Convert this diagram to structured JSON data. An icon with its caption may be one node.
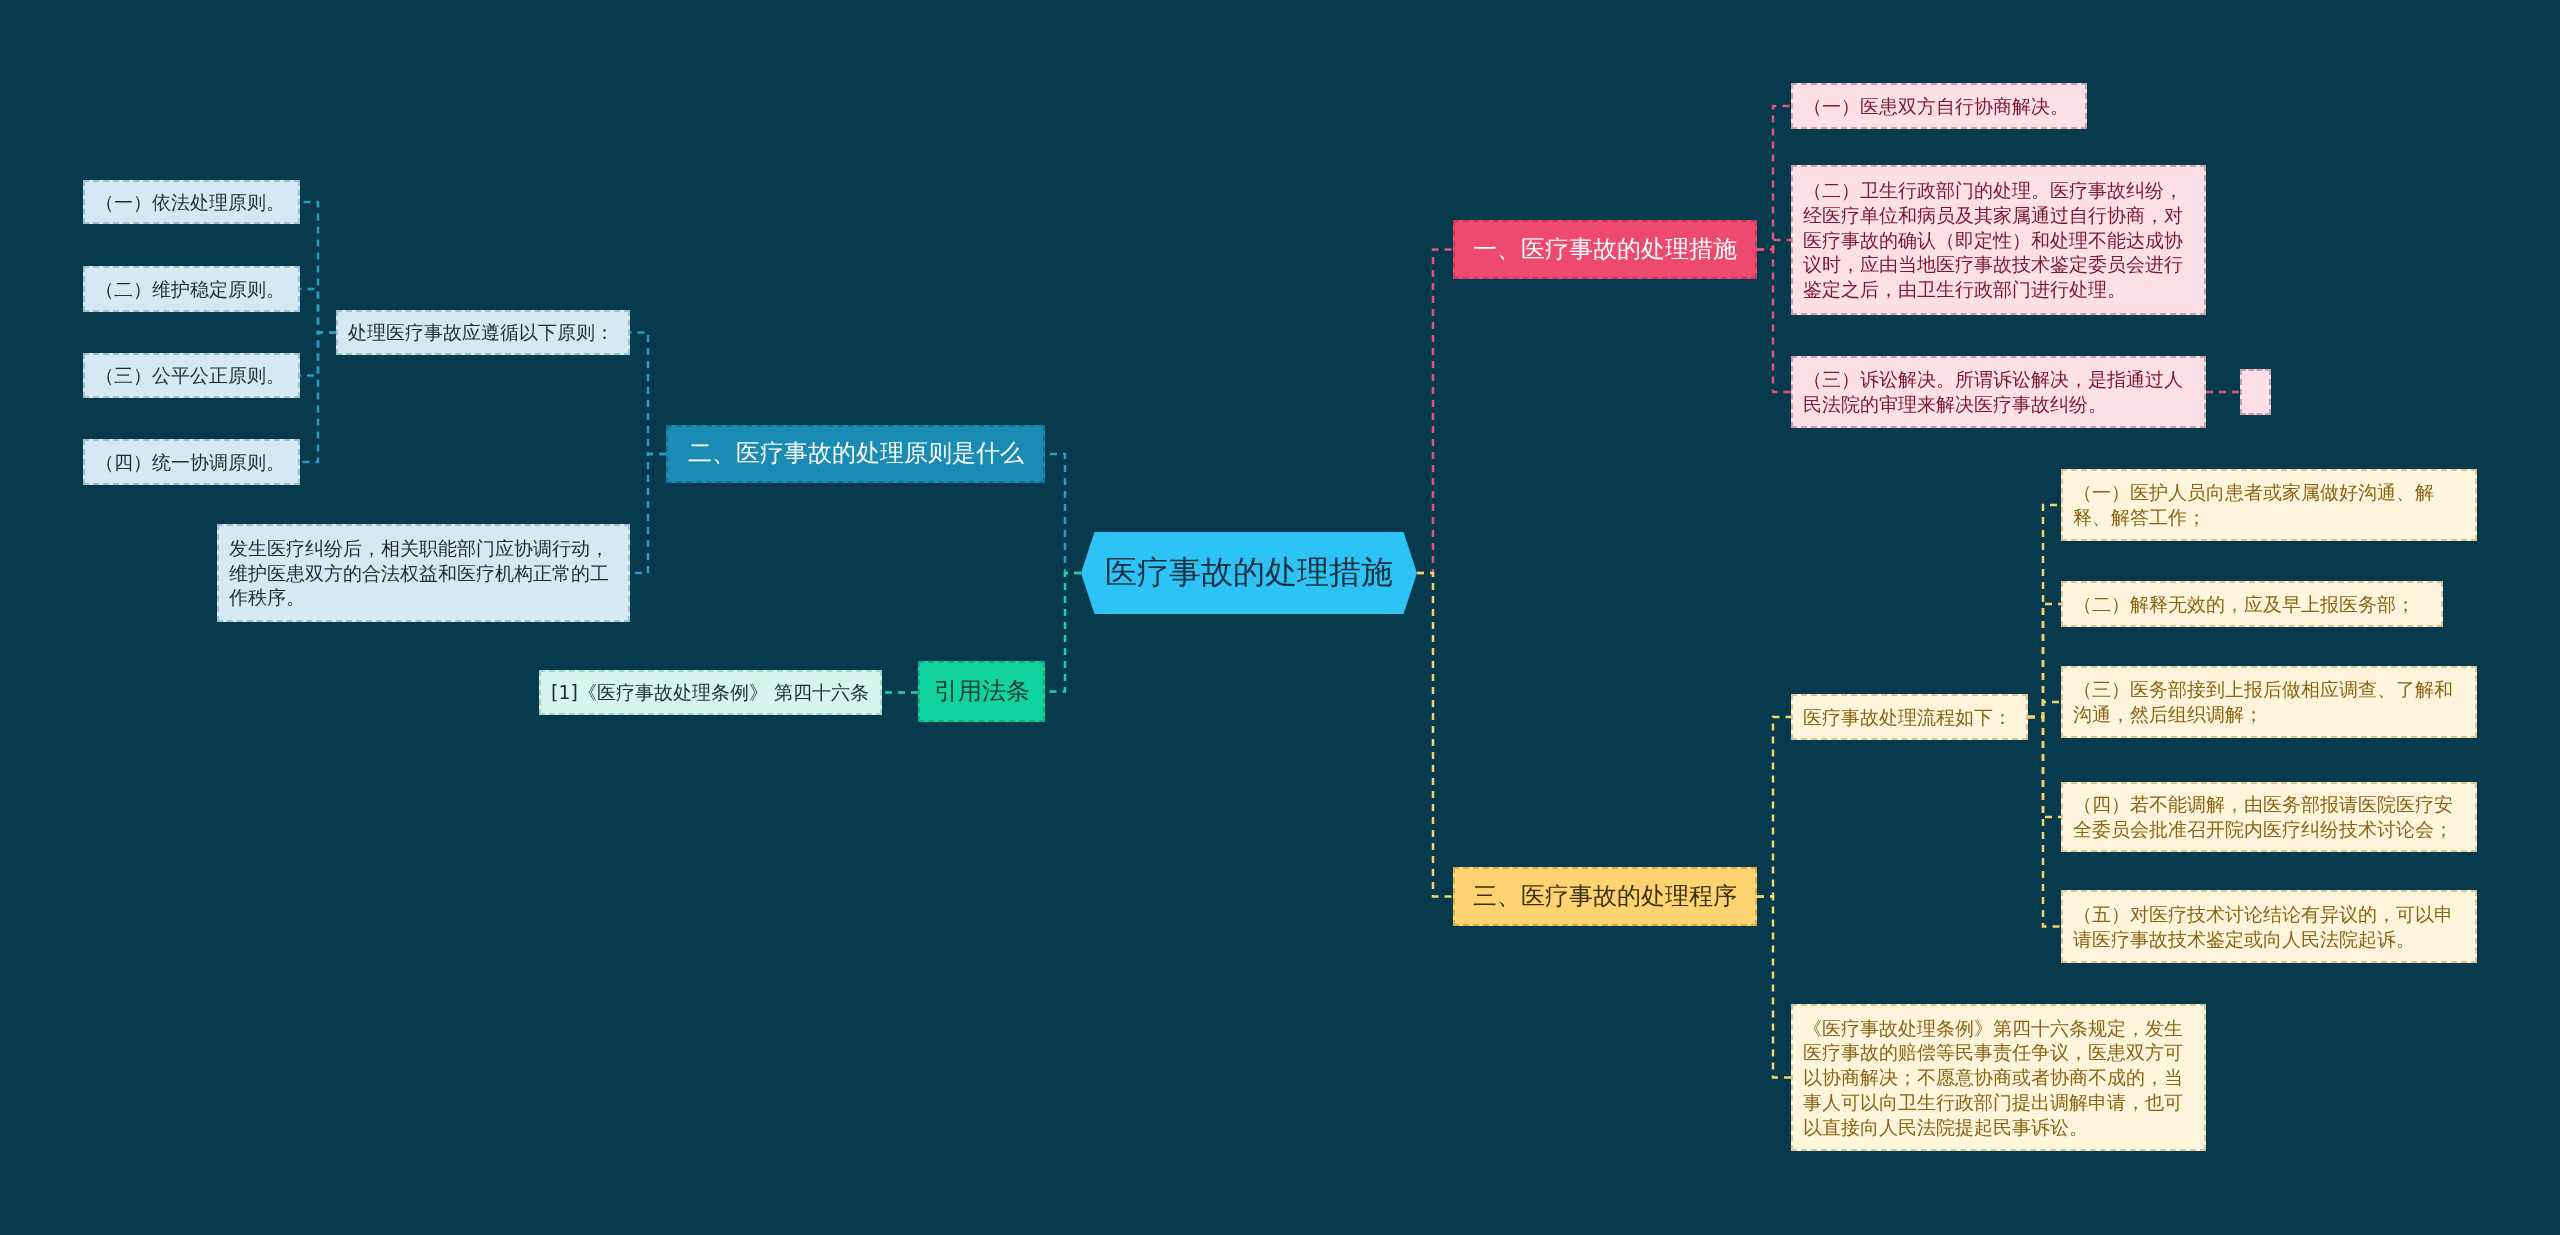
{
  "diagram": {
    "nodes": [
      {
        "text": [
          "医疗事故的处理措施"
        ]
      },
      {
        "text": [
          "一、医疗事故的处理措施"
        ]
      },
      {
        "text": [
          "（一）医患双方自行协商解决。"
        ]
      },
      {
        "text": [
          "（二）卫生行政部门的处理。医疗事故纠纷，经医疗单位和病员及其家属通过自行协商，对医疗事故的确认（即定性）和处理不能达成协议时，应由当地医疗事故技术鉴定委员会进行鉴定之后，由卫生行政部门进行处理。"
        ]
      },
      {
        "text": [
          "（三）诉讼解决。所谓诉讼解决，是指通过人民法院的审理来解决医疗事故纠纷。"
        ]
      },
      {
        "text": [],
        "shape": "box"
      },
      {
        "text": [
          "三、医疗事故的处理程序"
        ]
      },
      {
        "text": [
          "医疗事故处理流程如下："
        ]
      },
      {
        "text": [
          "（一）医护人员向患者或家属做好沟通、解释、解答工作；"
        ]
      },
      {
        "text": [
          "（二）解释无效的，应及早上报医务部；"
        ]
      },
      {
        "text": [
          "（三）医务部接到上报后做相应调查、了解和沟通，然后组织调解；"
        ]
      },
      {
        "text": [
          "（四）若不能调解，由医务部报请医院医疗安全委员会批准召开院内医疗纠纷技术讨论会；"
        ]
      },
      {
        "text": [
          "（五）对医疗技术讨论结论有异议的，可以申请医疗事故技术鉴定或向人民法院起诉。"
        ]
      },
      {
        "text": [
          "《医疗事故处理条例》第四十六条规定，发生医疗事故的赔偿等民事责任争议，医患双方可以协商解决；不愿意协商或者协商不成的，当事人可以向卫生行政部门提出调解申请，也可以直接向人民法院提起民事诉讼。"
        ]
      },
      {
        "text": [
          "二、医疗事故的处理原则是什么"
        ]
      },
      {
        "text": [
          "处理医疗事故应遵循以下原则："
        ]
      },
      {
        "text": [
          "（一）依法处理原则。"
        ]
      },
      {
        "text": [
          "（二）维护稳定原则。"
        ]
      },
      {
        "text": [
          "（三）公平公正原则。"
        ]
      },
      {
        "text": [
          "（四）统一协调原则。"
        ]
      },
      {
        "text": [
          "发生医疗纠纷后，相关职能部门应协调行动，维护医患双方的合法权益和医疗机构正常的工作秩序。"
        ]
      },
      {
        "text": [
          "引用法条"
        ]
      },
      {
        "text": [
          "[1]《医疗事故处理条例》 第四十六条"
        ]
      }
    ],
    "edges": [
      {
        "from": 0,
        "to": 1,
        "arrow": "none",
        "color": "#e0557a"
      },
      {
        "from": 1,
        "to": 2,
        "arrow": "none",
        "color": "#e0557a"
      },
      {
        "from": 1,
        "to": 3,
        "arrow": "none",
        "color": "#e0557a"
      },
      {
        "from": 1,
        "to": 4,
        "arrow": "none",
        "color": "#e0557a"
      },
      {
        "from": 4,
        "to": 5,
        "arrow": "none",
        "color": "#e0557a"
      },
      {
        "from": 0,
        "to": 6,
        "arrow": "none",
        "color": "#f5d36a"
      },
      {
        "from": 6,
        "to": 7,
        "arrow": "none",
        "color": "#f5d36a"
      },
      {
        "from": 7,
        "to": 8,
        "arrow": "none",
        "color": "#f5d36a"
      },
      {
        "from": 7,
        "to": 9,
        "arrow": "none",
        "color": "#f5d36a"
      },
      {
        "from": 7,
        "to": 10,
        "arrow": "none",
        "color": "#f5d36a"
      },
      {
        "from": 7,
        "to": 11,
        "arrow": "none",
        "color": "#f5d36a"
      },
      {
        "from": 7,
        "to": 12,
        "arrow": "none",
        "color": "#f5d36a"
      },
      {
        "from": 6,
        "to": 13,
        "arrow": "none",
        "color": "#f5d36a"
      },
      {
        "from": 0,
        "to": 14,
        "arrow": "none",
        "color": "#2a9cc4"
      },
      {
        "from": 14,
        "to": 15,
        "arrow": "none",
        "color": "#2a9cc4"
      },
      {
        "from": 15,
        "to": 16,
        "arrow": "none",
        "color": "#2a9cc4"
      },
      {
        "from": 15,
        "to": 17,
        "arrow": "none",
        "color": "#2a9cc4"
      },
      {
        "from": 15,
        "to": 18,
        "arrow": "none",
        "color": "#2a9cc4"
      },
      {
        "from": 15,
        "to": 19,
        "arrow": "none",
        "color": "#2a9cc4"
      },
      {
        "from": 14,
        "to": 20,
        "arrow": "none",
        "color": "#2a9cc4"
      },
      {
        "from": 0,
        "to": 21,
        "arrow": "none",
        "color": "#1fd3a0"
      },
      {
        "from": 21,
        "to": 22,
        "arrow": "none",
        "color": "#1fd3a0"
      }
    ]
  }
}
